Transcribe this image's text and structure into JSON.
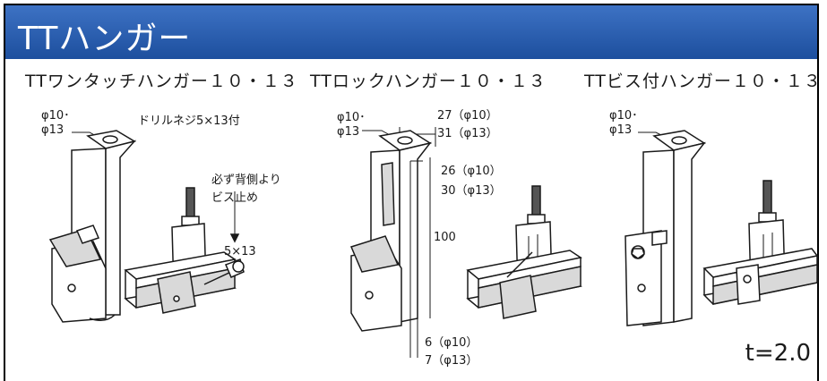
{
  "header": {
    "title": "TTハンガー"
  },
  "products": [
    {
      "title": "TTワンタッチハンガー１０・１３"
    },
    {
      "title": "TTロックハンガー１０・１３"
    },
    {
      "title": "TTビス付ハンガー１０・１３"
    }
  ],
  "labels": {
    "p1_phi10": "φ10･",
    "p1_phi13": "φ13",
    "p1_screw": "ドリルネジ5×13付",
    "p1_note_line1": "必ず背側より",
    "p1_note_line2": "ビス止め",
    "p1_size": "5×13",
    "p2_phi10": "φ10･",
    "p2_phi13": "φ13",
    "p2_dim27": "27（φ10）",
    "p2_dim31": "31（φ13）",
    "p2_dim26": "26（φ10）",
    "p2_dim30": "30（φ13）",
    "p2_dim100": "100",
    "p2_dim6": "6（φ10）",
    "p2_dim7": "7（φ13）",
    "p3_phi10": "φ10･",
    "p3_phi13": "φ13"
  },
  "thickness": "t=2.0"
}
